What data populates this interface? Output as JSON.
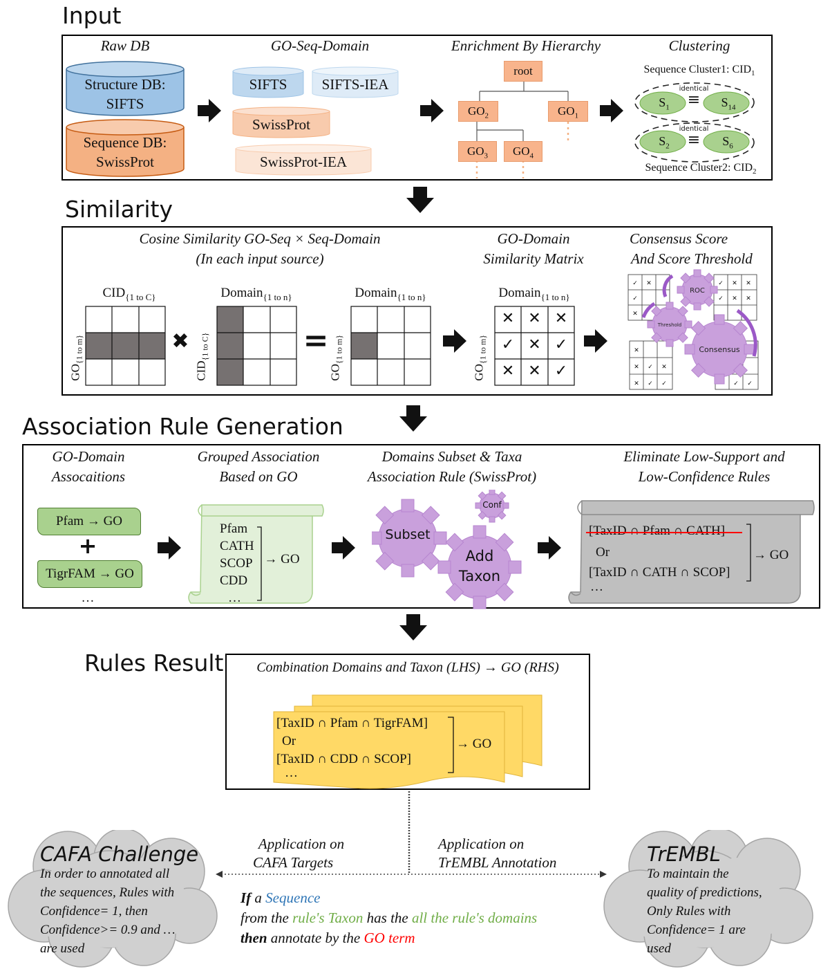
{
  "sections": {
    "input": "Input",
    "similarity": "Similarity",
    "association": "Association Rule Generation",
    "rules_result": "Rules Result"
  },
  "input_panel": {
    "raw_db": {
      "header": "Raw DB",
      "structure_line1": "Structure DB:",
      "structure_line2": "SIFTS",
      "sequence_line1": "Sequence DB:",
      "sequence_line2": "SwissProt"
    },
    "go_seq_domain": {
      "header": "GO-Seq-Domain",
      "items": [
        "SIFTS",
        "SIFTS-IEA",
        "SwissProt",
        "SwissProt-IEA"
      ]
    },
    "enrichment": {
      "header": "Enrichment By Hierarchy",
      "root": "root",
      "go2": "GO",
      "go2_sub": "2",
      "go1": "GO",
      "go1_sub": "1",
      "go3": "GO",
      "go3_sub": "3",
      "go4": "GO",
      "go4_sub": "4"
    },
    "clustering": {
      "header": "Clustering",
      "cluster1_label": "Sequence Cluster1:  CID",
      "cluster1_sub": "1",
      "cluster2_label": "Sequence Cluster2:  CID",
      "cluster2_sub": "2",
      "identical": "identical",
      "equiv": "≡",
      "s": "S",
      "s1_sub": "1",
      "s14_sub": "14",
      "s2_sub": "2",
      "s6_sub": "6"
    }
  },
  "similarity_panel": {
    "cosine_header_line1": "Cosine Similarity GO-Seq × Seq-Domain",
    "cosine_header_line2": "(In each input source)",
    "matrix_header_line1": "GO-Domain",
    "matrix_header_line2": "Similarity Matrix",
    "consensus_header_line1": "Consensus Score",
    "consensus_header_line2": "And Score Threshold",
    "cid_label": "CID",
    "cid_sub": "{1 to C}",
    "domain_label": "Domain",
    "domain_sub": "{1 to n}",
    "go_label": "GO",
    "go_sub": "{1 to m}",
    "times": "✖",
    "equals": "=",
    "check": "✓",
    "cross": "✕",
    "similarity_matrix": [
      [
        "✕",
        "✕",
        "✕"
      ],
      [
        "✓",
        "✕",
        "✓"
      ],
      [
        "✕",
        "✕",
        "✓"
      ]
    ],
    "gear_roc": "ROC",
    "gear_threshold": "Threshold",
    "gear_consensus": "Consensus"
  },
  "association_panel": {
    "col1_line1": "GO-Domain",
    "col1_line2": "Assocaitions",
    "col2_line1": "Grouped Association",
    "col2_line2": "Based on GO",
    "col3_line1": "Domains Subset & Taxa",
    "col3_line2": "Association Rule (SwissProt)",
    "col4_line1": "Eliminate Low-Support and",
    "col4_line2": "Low-Confidence Rules",
    "pfam_go": "Pfam → GO",
    "tigrfam_go": "TigrFAM → GO",
    "plus": "+",
    "ellipsis": "…",
    "grouped_items": [
      "Pfam",
      "CATH",
      "SCOP",
      "CDD",
      "…"
    ],
    "grouped_target": "→ GO",
    "gear_subset": "Subset",
    "gear_conf": "Conf",
    "gear_add_line1": "Add",
    "gear_add_line2": "Taxon",
    "rule_struck": "[TaxID ∩ Pfam ∩ CATH]",
    "rule_or": "Or",
    "rule_kept": "[TaxID ∩ CATH ∩ SCOP]",
    "rule_ellipsis": "…",
    "rule_target": "→ GO"
  },
  "result_panel": {
    "header": "Combination Domains and Taxon (LHS) → GO (RHS)",
    "rule1": "[TaxID ∩ Pfam ∩ TigrFAM]",
    "or": "Or",
    "rule2": "[TaxID ∩ CDD ∩ SCOP]",
    "ellipsis": "…",
    "target": "→ GO"
  },
  "application": {
    "left_line1": "Application on",
    "left_line2": "CAFA Targets",
    "right_line1": "Application on",
    "right_line2": "TrEMBL Annotation",
    "if": "If",
    "a": " a ",
    "sequence": "Sequence",
    "from_the": "from the ",
    "rules_taxon": "rule's Taxon",
    "has_the": " has the ",
    "all_domains": "all the rule's domains",
    "then": "then",
    "annotate_by": " annotate by the ",
    "go_term": "GO term"
  },
  "cafa_cloud": {
    "title": "CAFA Challenge",
    "lines": [
      "In order to annotated all",
      "the sequences, Rules with",
      "Confidence= 1, then",
      "Confidence>= 0.9 and …",
      "are used"
    ]
  },
  "trembl_cloud": {
    "title": "TrEMBL",
    "lines": [
      "To maintain the",
      "quality of predictions,",
      "Only Rules with",
      "Confidence= 1 are",
      "used"
    ]
  },
  "colors": {
    "structure_db": "#9dc3e6",
    "sequence_db": "#f4b183",
    "go_box": "#f8b48c",
    "cluster_seq": "#a9d18e",
    "gear_purple": "#c9a0dc",
    "scroll_green": "#a9d18e",
    "scroll_grey": "#bfbfbf",
    "rules_yellow": "#ffd966",
    "cloud_grey": "#d0d0d0"
  }
}
